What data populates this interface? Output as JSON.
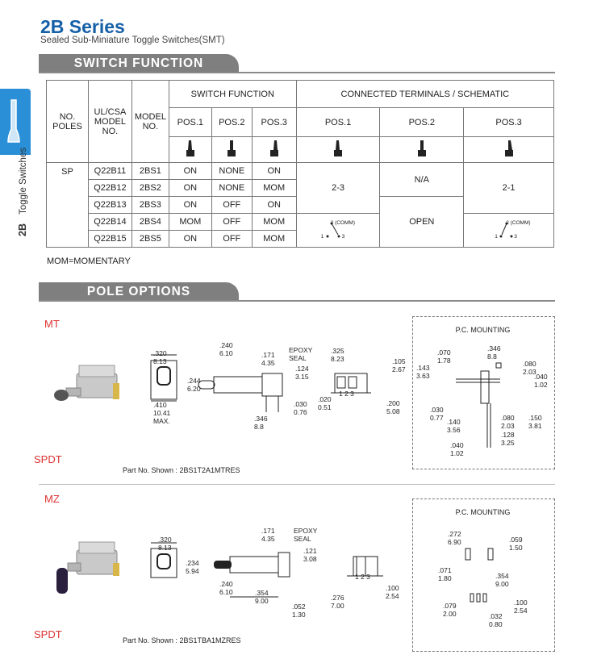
{
  "header": {
    "title": "2B Series",
    "subtitle": "Sealed Sub-Miniature Toggle Switches(SMT)"
  },
  "side": {
    "series": "2B",
    "category": "Toggle Switches"
  },
  "sections": {
    "switch_function": "SWITCH FUNCTION",
    "pole_options": "POLE OPTIONS"
  },
  "table": {
    "headers": {
      "no_poles": "NO.\nPOLES",
      "ul_csa": "UL/CSA\nMODEL\nNO.",
      "model_no": "MODEL\nNO.",
      "switch_function": "SWITCH FUNCTION",
      "connected": "CONNECTED TERMINALS / SCHEMATIC",
      "pos1": "POS.1",
      "pos2": "POS.2",
      "pos3": "POS.3"
    },
    "poles": "SP",
    "rows": [
      {
        "ul": "Q22B11",
        "model": "2BS1",
        "p1": "ON",
        "p2": "NONE",
        "p3": "ON"
      },
      {
        "ul": "Q22B12",
        "model": "2BS2",
        "p1": "ON",
        "p2": "NONE",
        "p3": "MOM"
      },
      {
        "ul": "Q22B13",
        "model": "2BS3",
        "p1": "ON",
        "p2": "OFF",
        "p3": "ON"
      },
      {
        "ul": "Q22B14",
        "model": "2BS4",
        "p1": "MOM",
        "p2": "OFF",
        "p3": "MOM"
      },
      {
        "ul": "Q22B15",
        "model": "2BS5",
        "p1": "ON",
        "p2": "OFF",
        "p3": "MOM"
      }
    ],
    "connected": {
      "pos1": "2-3",
      "pos2_top": "N/A",
      "pos2_bottom": "OPEN",
      "pos3": "2-1",
      "comm": "2 (COMM)",
      "t1": "1",
      "t3": "3"
    },
    "note": "MOM=MOMENTARY"
  },
  "mt": {
    "label": "MT",
    "type": "SPDT",
    "part": "Part No. Shown : 2BS1T2A1MTRES",
    "pcm": "P.C. MOUNTING",
    "dims": {
      "a": ".320\n8.13",
      "b": ".244\n6.20",
      "c": ".410\n10.41\nMAX.",
      "d": ".240\n6.10",
      "e": ".171\n4.35",
      "epoxy": "EPOXY\nSEAL",
      "f": ".124\n3.15",
      "g": ".030\n0.76",
      "h": ".346\n8.8",
      "i": ".325\n8.23",
      "j": ".105\n2.67",
      "k": ".020\n0.51",
      "l": ".200\n5.08",
      "nums": "1  2  3",
      "p1": ".070\n1.78",
      "p2": ".346\n8.8",
      "p3": ".143\n3.63",
      "p4": ".080\n2.03",
      "p5": ".040\n1.02",
      "p6": ".030\n0.77",
      "p7": ".140\n3.56",
      "p8": ".080\n2.03",
      "p9": ".150\n3.81",
      "p10": ".128\n3.25",
      "p11": ".040\n1.02"
    }
  },
  "mz": {
    "label": "MZ",
    "type": "SPDT",
    "part": "Part No. Shown : 2BS1TBA1MZRES",
    "pcm": "P.C. MOUNTING",
    "dims": {
      "a": ".320\n8.13",
      "b": ".234\n5.94",
      "c": ".171\n4.35",
      "epoxy": "EPOXY\nSEAL",
      "d": ".121\n3.08",
      "e": ".240\n6.10",
      "f": ".354\n9.00",
      "g": ".052\n1.30",
      "h": ".276\n7.00",
      "i": ".100\n2.54",
      "nums": "1  2  3",
      "p1": ".272\n6.90",
      "p2": ".059\n1.50",
      "p3": ".071\n1.80",
      "p4": ".354\n9.00",
      "p5": ".079\n2.00",
      "p6": ".100\n2.54",
      "p7": ".032\n0.80"
    }
  }
}
